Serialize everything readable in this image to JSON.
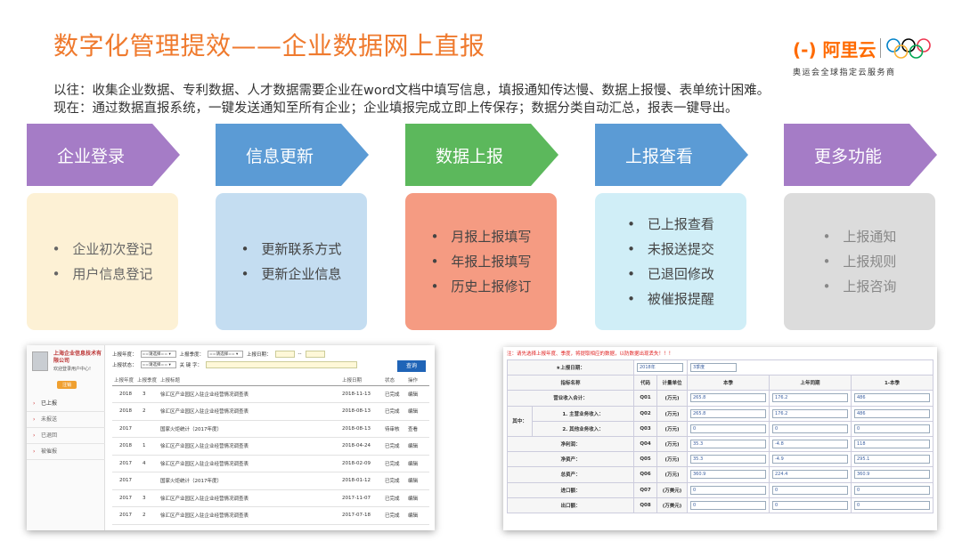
{
  "title": "数字化管理提效——企业数据网上直报",
  "logo": {
    "brand": "(-) 阿里云",
    "subtitle": "奥运会全球指定云服务商"
  },
  "intro": {
    "line1": "以往：收集企业数据、专利数据、人才数据需要企业在word文档中填写信息，填报通知传达慢、数据上报慢、表单统计困难。",
    "line2": "现在：通过数据直报系统，一键发送通知至所有企业；企业填报完成立即上传保存；数据分类自动汇总，报表一键导出。"
  },
  "steps": [
    {
      "label": "企业登录",
      "items": [
        "企业初次登记",
        "用户信息登记"
      ],
      "arrow_color": "#a57cc6",
      "card_color": "#fdf1d5",
      "text_color": "#666"
    },
    {
      "label": "信息更新",
      "items": [
        "更新联系方式",
        "更新企业信息"
      ],
      "arrow_color": "#5b9bd5",
      "card_color": "#c4ddf1",
      "text_color": "#444"
    },
    {
      "label": "数据上报",
      "items": [
        "月报上报填写",
        "年报上报填写",
        "历史上报修订"
      ],
      "arrow_color": "#5cb85c",
      "card_color": "#f59b82",
      "text_color": "#444"
    },
    {
      "label": "上报查看",
      "items": [
        "已上报查看",
        "未报送提交",
        "已退回修改",
        "被催报提醒"
      ],
      "arrow_color": "#5b9bd5",
      "card_color": "#d0eef7",
      "text_color": "#444"
    },
    {
      "label": "更多功能",
      "items": [
        "上报通知",
        "上报规则",
        "上报咨询"
      ],
      "arrow_color": "#a57cc6",
      "card_color": "#dcdcdc",
      "text_color": "#888"
    }
  ],
  "shot1": {
    "company": "上海企业信息技术有限公司",
    "welcome": "欢迎登录用户中心!",
    "logout": "注销",
    "nav": [
      "已上报",
      "未报送",
      "已退回",
      "被催报"
    ],
    "filters": {
      "year_label": "上报年度：",
      "quarter_label": "上报季度：",
      "date_label": "上报日期：",
      "status_label": "上报状态：",
      "keyword_label": "关 键 字：",
      "select_text": "==请选择== ▾",
      "date_sep": "--",
      "query": "查询"
    },
    "columns": [
      "上报年度",
      "上报季度",
      "上报标题",
      "上报日期",
      "状态",
      "操作"
    ],
    "rows": [
      [
        "2018",
        "3",
        "徐汇区产业园区入驻企业经营情况调查表",
        "2018-11-13",
        "已完成",
        "编辑"
      ],
      [
        "2018",
        "2",
        "徐汇区产业园区入驻企业经营情况调查表",
        "2018-08-13",
        "已完成",
        "编辑"
      ],
      [
        "2017",
        "",
        "国家火炬统计（2017年度）",
        "2018-08-13",
        "待审核",
        "查看"
      ],
      [
        "2018",
        "1",
        "徐汇区产业园区入驻企业经营情况调查表",
        "2018-04-24",
        "已完成",
        "编辑"
      ],
      [
        "2017",
        "4",
        "徐汇区产业园区入驻企业经营情况调查表",
        "2018-02-09",
        "已完成",
        "编辑"
      ],
      [
        "2017",
        "",
        "国家火炬统计（2017年度）",
        "2018-01-12",
        "已完成",
        "编辑"
      ],
      [
        "2017",
        "3",
        "徐汇区产业园区入驻企业经营情况调查表",
        "2017-11-07",
        "已完成",
        "编辑"
      ],
      [
        "2017",
        "2",
        "徐汇区产业园区入驻企业经营情况调查表",
        "2017-07-18",
        "已完成",
        "编辑"
      ]
    ]
  },
  "shot2": {
    "note": "注：请先选择上报年度、季度，将提取相应的数据，以防数据出现丢失！！！",
    "year_label": "★上报日期：",
    "year_value": "2018年",
    "quarter_value": "3季度",
    "headers": [
      "指标名称",
      "代码",
      "计量单位",
      "本季",
      "上年同期",
      "1-本季"
    ],
    "group_label": "其中：",
    "rows": [
      {
        "name": "营业收入合计：",
        "code": "Q01",
        "unit": "(万元)",
        "v1": "265.8",
        "v2": "176.2",
        "v3": "486"
      },
      {
        "name": "1. 主营业务收入：",
        "code": "Q02",
        "unit": "(万元)",
        "v1": "265.8",
        "v2": "176.2",
        "v3": "486"
      },
      {
        "name": "2. 其他业务收入：",
        "code": "Q03",
        "unit": "(万元)",
        "v1": "0",
        "v2": "0",
        "v3": "0"
      },
      {
        "name": "净利润：",
        "code": "Q04",
        "unit": "(万元)",
        "v1": "35.3",
        "v2": "-4.8",
        "v3": "118"
      },
      {
        "name": "净资产：",
        "code": "Q05",
        "unit": "(万元)",
        "v1": "35.3",
        "v2": "-4.9",
        "v3": "295.1"
      },
      {
        "name": "总资产：",
        "code": "Q06",
        "unit": "(万元)",
        "v1": "360.9",
        "v2": "224.4",
        "v3": "360.9"
      },
      {
        "name": "进口额：",
        "code": "Q07",
        "unit": "(万美元)",
        "v1": "0",
        "v2": "0",
        "v3": "0"
      },
      {
        "name": "出口额：",
        "code": "Q08",
        "unit": "(万美元)",
        "v1": "0",
        "v2": "0",
        "v3": "0"
      }
    ]
  }
}
